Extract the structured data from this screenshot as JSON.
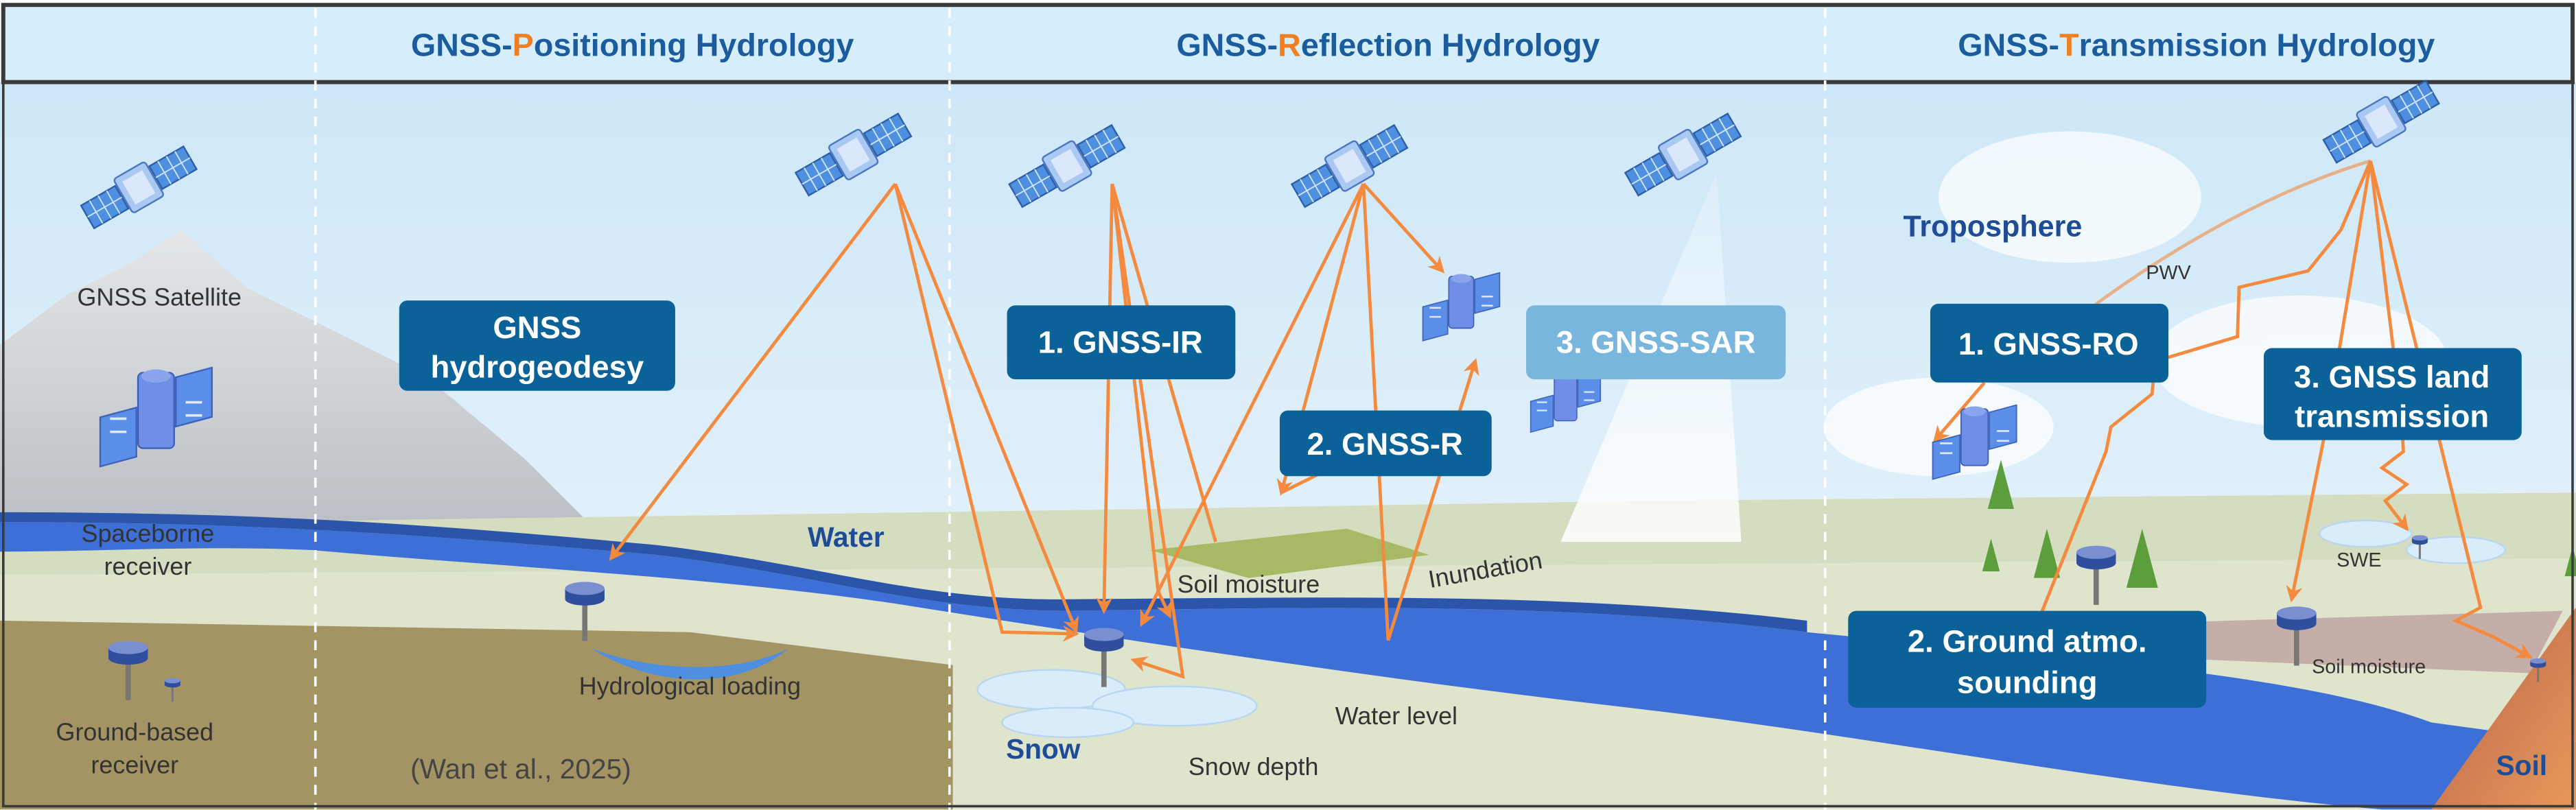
{
  "header": {
    "positioning": {
      "prefix": "GNSS-",
      "letter": "P",
      "rest": "ositioning Hydrology"
    },
    "reflection": {
      "prefix": "GNSS-",
      "letter": "R",
      "rest": "eflection Hydrology"
    },
    "transmission": {
      "prefix": "GNSS-",
      "letter": "T",
      "rest": "ransmission Hydrology"
    }
  },
  "legend": {
    "satellite": "GNSS Satellite",
    "spaceborne": [
      "Spaceborne",
      "receiver"
    ],
    "ground": [
      "Ground-based",
      "receiver"
    ]
  },
  "positioning": {
    "box": [
      "GNSS",
      "hydrogeodesy"
    ],
    "loading": "Hydrological loading",
    "citation": "(Wan et al., 2025)"
  },
  "reflection": {
    "ir": "1. GNSS-IR",
    "r": "2. GNSS-R",
    "sar": "3. GNSS-SAR",
    "water": "Water",
    "soil_moisture": "Soil moisture",
    "inundation": "Inundation",
    "water_level": "Water level",
    "snow": "Snow",
    "snow_depth": "Snow depth"
  },
  "transmission": {
    "troposphere": "Troposphere",
    "pwv": "PWV",
    "ro": "1. GNSS-RO",
    "ground": [
      "2. Ground atmo.",
      "sounding"
    ],
    "land": [
      "3. GNSS land",
      "transmission"
    ],
    "swe": "SWE",
    "soil_moisture": "Soil moisture",
    "soil": "Soil"
  },
  "colors": {
    "title_blue": "#1a5c9e",
    "accent_orange": "#f07f22",
    "box_blue": "#0b6299",
    "sar_box": "#78b6de",
    "water": "#3d6fd6",
    "arrow": "#f48a3e"
  }
}
